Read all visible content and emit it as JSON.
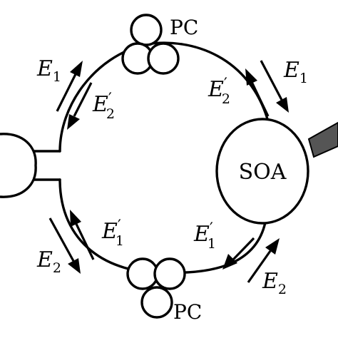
{
  "labels": {
    "pc_top": "PC",
    "pc_bottom": "PC",
    "soa": "SOA"
  },
  "fields": {
    "e1_top_left": {
      "base": "E",
      "sup": "",
      "sub": "1"
    },
    "e2p_top_left": {
      "base": "E",
      "sup": "′",
      "sub": "2"
    },
    "e2p_top_right": {
      "base": "E",
      "sup": "′",
      "sub": "2"
    },
    "e1_top_right": {
      "base": "E",
      "sup": "",
      "sub": "1"
    },
    "e1p_bot_left": {
      "base": "E",
      "sup": "′",
      "sub": "1"
    },
    "e2_bot_left": {
      "base": "E",
      "sup": "",
      "sub": "2"
    },
    "e1p_bot_right": {
      "base": "E",
      "sup": "′",
      "sub": "1"
    },
    "e2_bot_right": {
      "base": "E",
      "sup": "",
      "sub": "2"
    }
  },
  "colors": {
    "line": "#000000",
    "background": "#ffffff",
    "fiber_stub": "#555555"
  }
}
